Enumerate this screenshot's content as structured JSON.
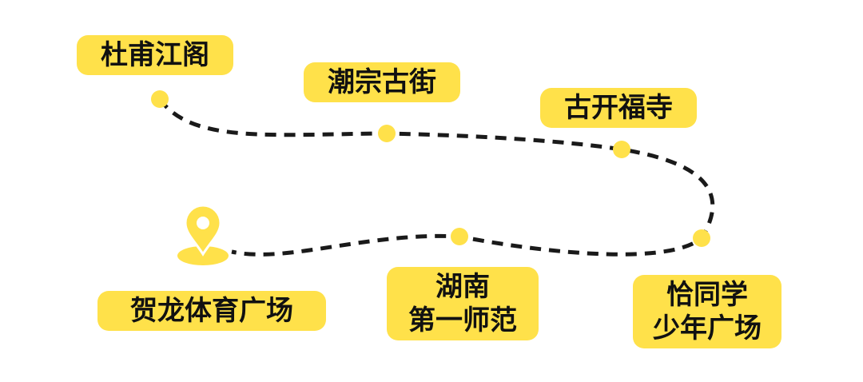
{
  "colors": {
    "label_background": "#ffe14a",
    "marker": "#ffe14a",
    "route_line": "#1a1a1a",
    "text": "#111111",
    "background": "#ffffff"
  },
  "route": {
    "stops": [
      {
        "id": "dufu",
        "lines": [
          "杜甫江阁"
        ]
      },
      {
        "id": "chaozong",
        "lines": [
          "潮宗古街"
        ]
      },
      {
        "id": "kaifu",
        "lines": [
          "古开福寺"
        ]
      },
      {
        "id": "qiatong",
        "lines": [
          "恰同学",
          "少年广场"
        ]
      },
      {
        "id": "normal",
        "lines": [
          "湖南",
          "第一师范"
        ]
      },
      {
        "id": "helong",
        "lines": [
          "贺龙体育广场"
        ]
      }
    ],
    "end_icon": "location-pin-icon"
  }
}
